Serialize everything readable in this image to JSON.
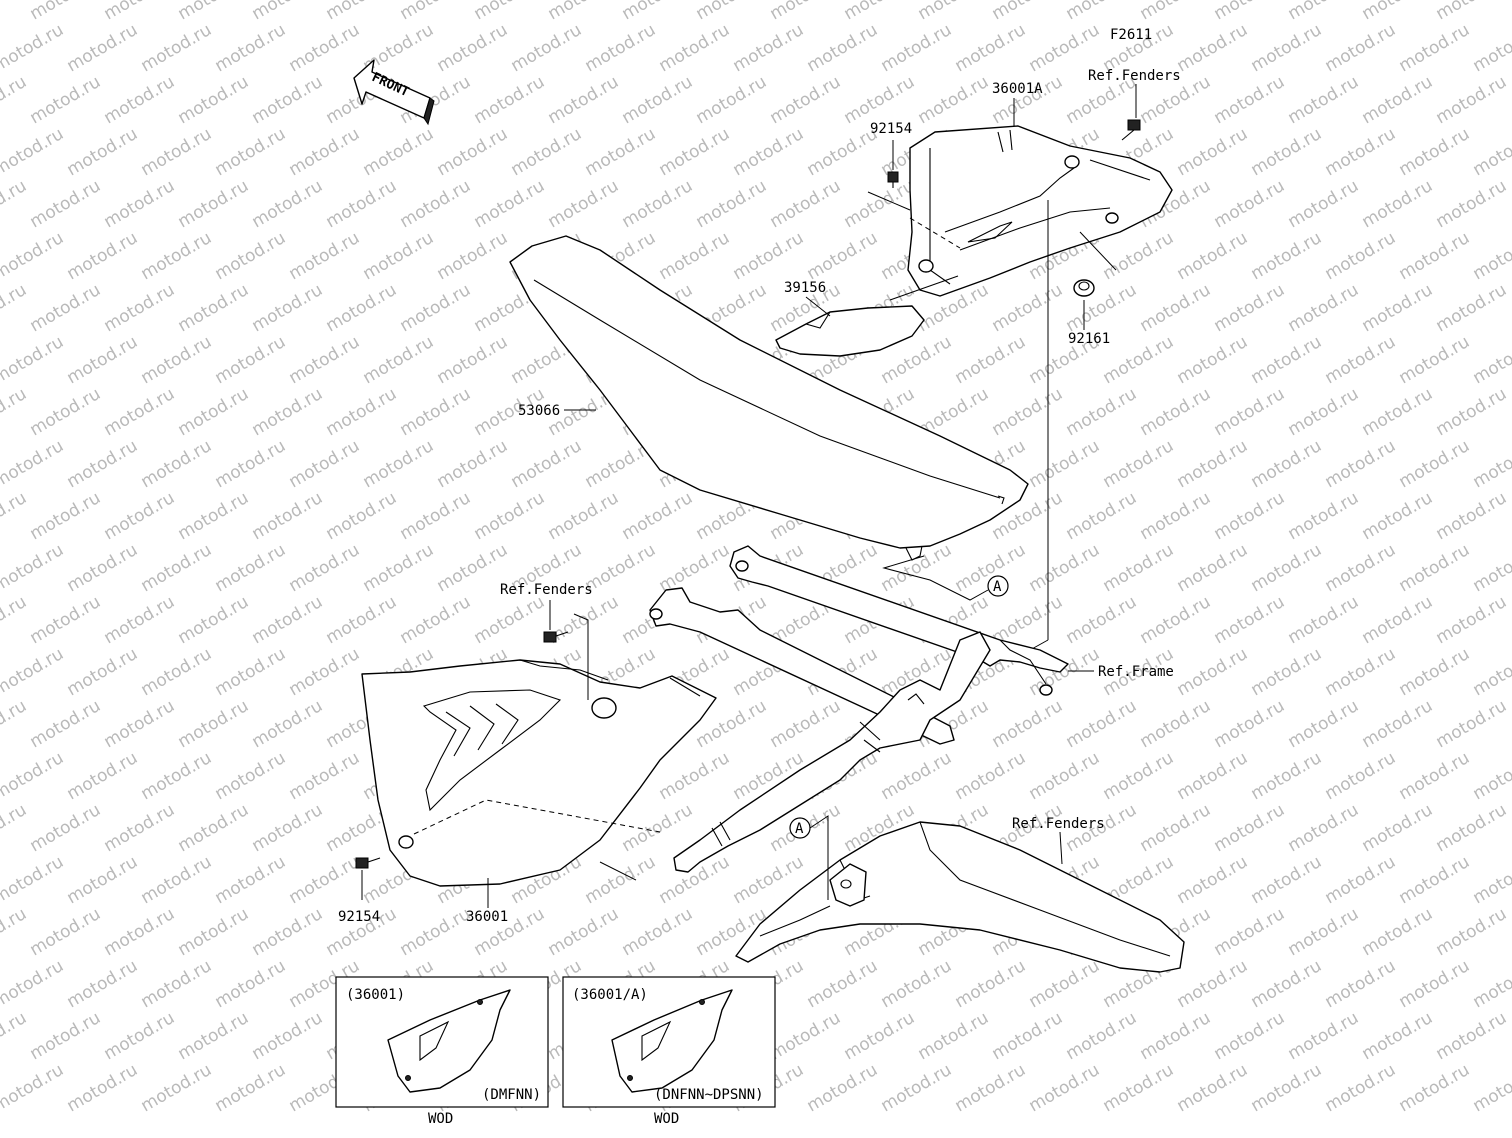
{
  "diagram_code": "F2611",
  "front_arrow_label": "FRONT",
  "callouts": {
    "side_cover_right": "36001A",
    "ref_fenders_top": "Ref.Fenders",
    "bolt_top": "92154",
    "pad_top": "39156",
    "damper_top": "92161",
    "seat": "53066",
    "ref_fenders_mid": "Ref.Fenders",
    "ref_frame": "Ref.Frame",
    "ref_fenders_rear": "Ref.Fenders",
    "bolt_bottom": "92154",
    "side_cover_left": "36001",
    "circle_a_upper": "A",
    "circle_a_lower": "A"
  },
  "variant_boxes": [
    {
      "part": "(36001)",
      "code": "(DMFNN)",
      "color": "WOD"
    },
    {
      "part": "(36001/A)",
      "code": "(DNFNN~DPSNN)",
      "color": "WOD"
    }
  ],
  "watermark_text": "motod.ru"
}
